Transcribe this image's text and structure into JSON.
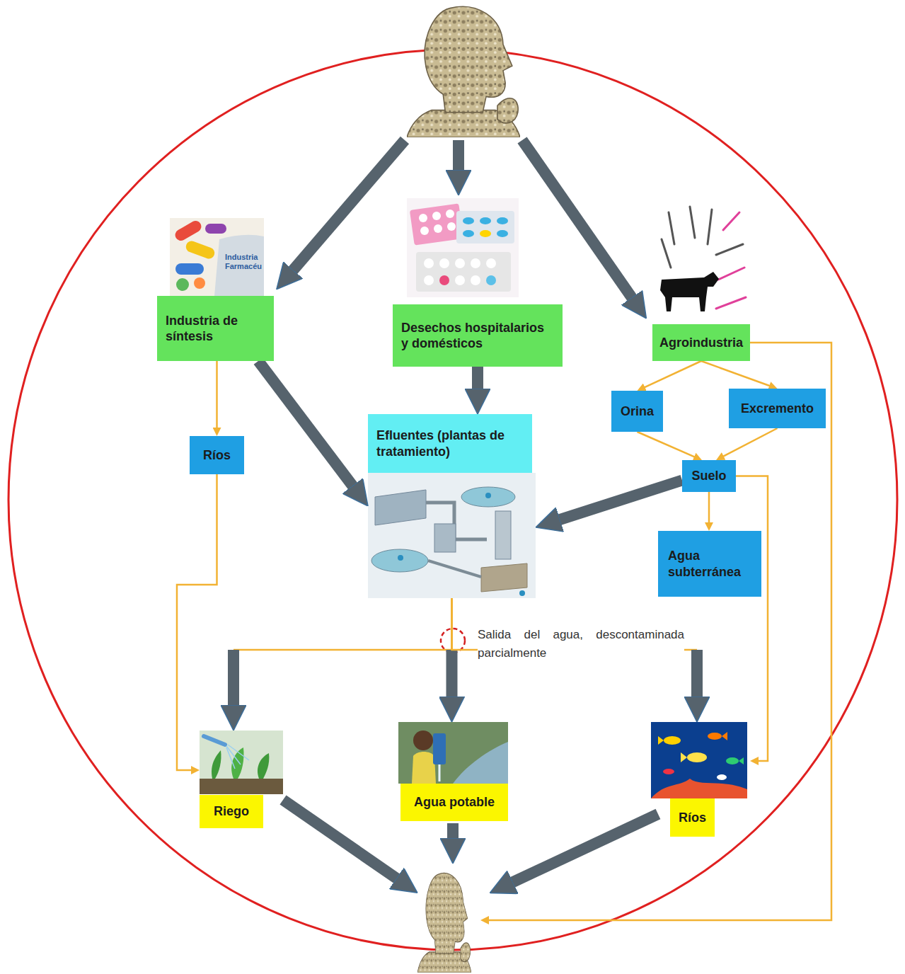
{
  "diagram": {
    "nodes": [
      {
        "text": [
          "Industria de síntesis"
        ]
      },
      {
        "text": [
          "Desechos hospitalarios y domésticos"
        ]
      },
      {
        "text": [
          "Agroindustria"
        ]
      },
      {
        "text": [
          "Orina"
        ]
      },
      {
        "text": [
          "Excremento"
        ]
      },
      {
        "text": [
          "Ríos"
        ]
      },
      {
        "text": [
          "Efluentes (plantas de tratamiento)"
        ]
      },
      {
        "text": [
          "Suelo"
        ]
      },
      {
        "text": [
          "Agua subterránea"
        ]
      },
      {
        "text": [
          "Riego"
        ]
      },
      {
        "text": [
          "Agua potable"
        ]
      },
      {
        "text": [
          "Ríos"
        ]
      }
    ],
    "edges": [
      {
        "from": 0,
        "to": 5,
        "arrow": "to"
      },
      {
        "from": 0,
        "to": 6,
        "arrow": "to"
      },
      {
        "from": 1,
        "to": 6,
        "arrow": "to"
      },
      {
        "from": 2,
        "to": 3,
        "arrow": "to"
      },
      {
        "from": 2,
        "to": 4,
        "arrow": "to"
      },
      {
        "from": 3,
        "to": 7,
        "arrow": "to"
      },
      {
        "from": 4,
        "to": 7,
        "arrow": "to"
      },
      {
        "from": 7,
        "to": 6,
        "arrow": "to"
      },
      {
        "from": 7,
        "to": 8,
        "arrow": "to"
      },
      {
        "from": 7,
        "to": 11,
        "arrow": "to"
      },
      {
        "from": 5,
        "to": 9,
        "arrow": "to"
      },
      {
        "from": 6,
        "to": 9,
        "arrow": "to"
      },
      {
        "from": 6,
        "to": 10,
        "arrow": "to"
      },
      {
        "from": 6,
        "to": 11,
        "arrow": "to"
      }
    ],
    "labels": [
      "Industria Farmacéu",
      "Salida del agua, descontaminada parcialmente"
    ]
  }
}
